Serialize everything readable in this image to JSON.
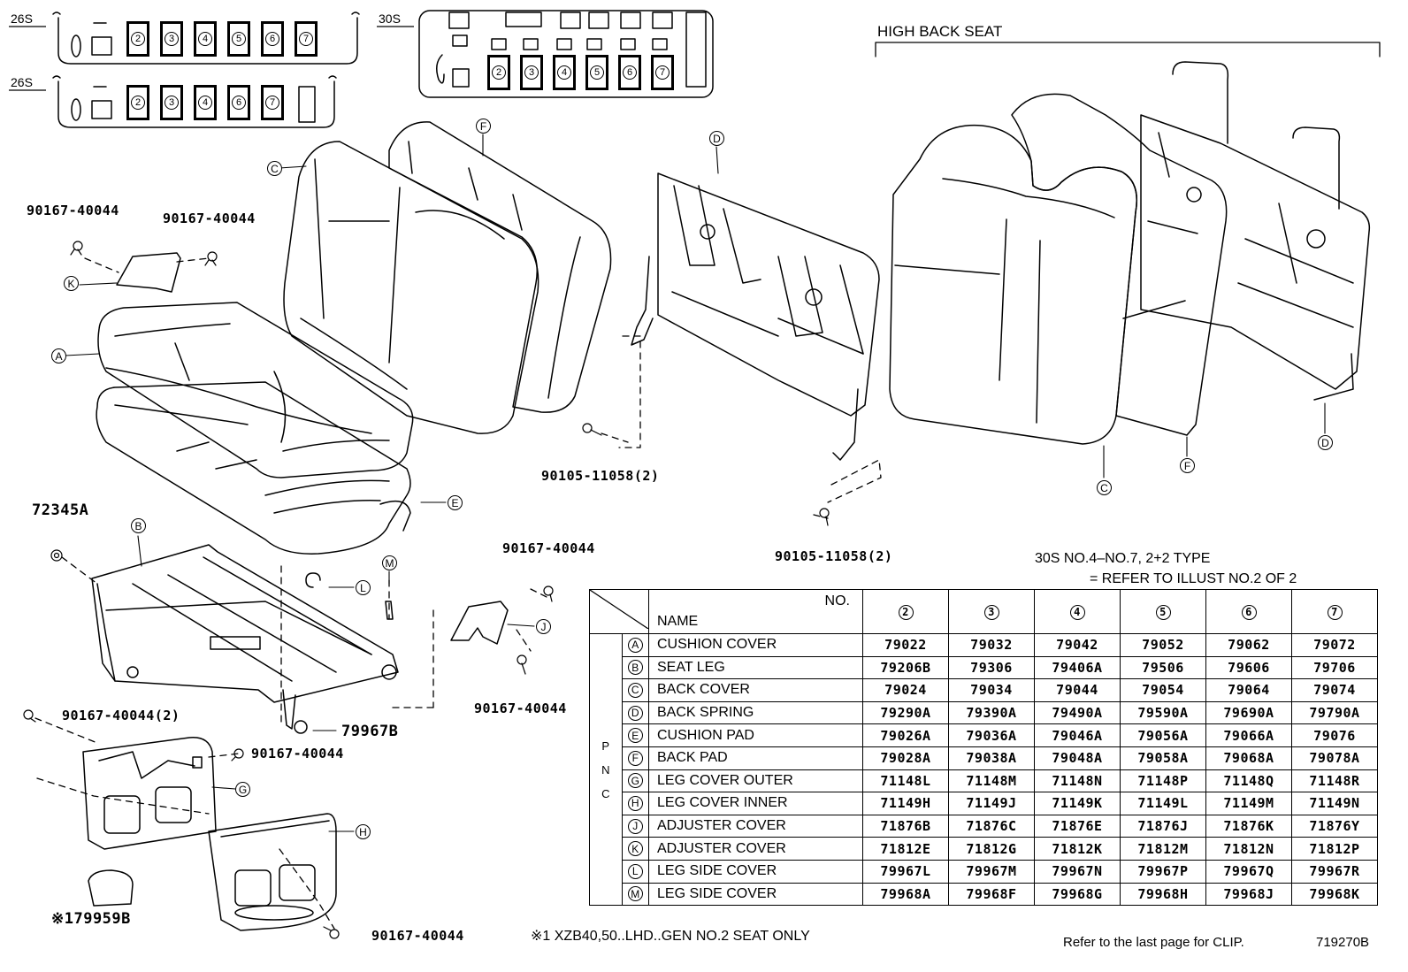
{
  "layouts": {
    "row1_label": "26S",
    "row2_label": "26S",
    "row3_label": "30S",
    "row1_seats": [
      "2",
      "3",
      "4",
      "5",
      "6",
      "7"
    ],
    "row2_seats": [
      "2",
      "3",
      "4",
      "6",
      "7"
    ],
    "row3_seats": [
      "2",
      "3",
      "4",
      "5",
      "6",
      "7"
    ]
  },
  "title": "HIGH BACK SEAT",
  "note_30s_line1": "30S  NO.4–NO.7, 2+2 TYPE",
  "note_30s_line2": "= REFER TO ILLUST NO.2 OF 2",
  "callouts": {
    "A": "A",
    "B": "B",
    "C": "C",
    "D": "D",
    "E": "E",
    "F": "F",
    "G": "G",
    "H": "H",
    "J": "J",
    "K": "K",
    "L": "L",
    "M": "M"
  },
  "part_labels": {
    "p_90167_k_left": "90167-40044",
    "p_90167_k_right": "90167-40044",
    "p_90105_a": "90105-11058(2)",
    "p_90105_b": "90105-11058(2)",
    "p_72345a": "72345A",
    "p_90167_j_top": "90167-40044",
    "p_90167_j_bottom": "90167-40044",
    "p_79967b": "79967B",
    "p_90167_g_2": "90167-40044(2)",
    "p_90167_g": "90167-40044",
    "p_90167_h": "90167-40044",
    "p_179959b": "※179959B"
  },
  "footnote": "※1 XZB40,50..LHD..GEN NO.2 SEAT ONLY",
  "clip_ref": "Refer to the last page for CLIP.",
  "illus_code": "719270B",
  "table": {
    "no_label": "NO.",
    "name_label": "NAME",
    "pnc_label": [
      "P",
      "N",
      "C"
    ],
    "columns": [
      "2",
      "3",
      "4",
      "5",
      "6",
      "7"
    ],
    "rows": [
      {
        "code": "A",
        "name": "CUSHION COVER",
        "values": [
          "79022",
          "79032",
          "79042",
          "79052",
          "79062",
          "79072"
        ]
      },
      {
        "code": "B",
        "name": "SEAT LEG",
        "values": [
          "79206B",
          "79306",
          "79406A",
          "79506",
          "79606",
          "79706"
        ]
      },
      {
        "code": "C",
        "name": "BACK COVER",
        "values": [
          "79024",
          "79034",
          "79044",
          "79054",
          "79064",
          "79074"
        ]
      },
      {
        "code": "D",
        "name": "BACK SPRING",
        "values": [
          "79290A",
          "79390A",
          "79490A",
          "79590A",
          "79690A",
          "79790A"
        ]
      },
      {
        "code": "E",
        "name": "CUSHION PAD",
        "values": [
          "79026A",
          "79036A",
          "79046A",
          "79056A",
          "79066A",
          "79076"
        ]
      },
      {
        "code": "F",
        "name": "BACK PAD",
        "values": [
          "79028A",
          "79038A",
          "79048A",
          "79058A",
          "79068A",
          "79078A"
        ]
      },
      {
        "code": "G",
        "name": "LEG COVER OUTER",
        "values": [
          "71148L",
          "71148M",
          "71148N",
          "71148P",
          "71148Q",
          "71148R"
        ]
      },
      {
        "code": "H",
        "name": "LEG COVER INNER",
        "values": [
          "71149H",
          "71149J",
          "71149K",
          "71149L",
          "71149M",
          "71149N"
        ]
      },
      {
        "code": "J",
        "name": "ADJUSTER COVER",
        "values": [
          "71876B",
          "71876C",
          "71876E",
          "71876J",
          "71876K",
          "71876Y"
        ]
      },
      {
        "code": "K",
        "name": "ADJUSTER COVER",
        "values": [
          "71812E",
          "71812G",
          "71812K",
          "71812M",
          "71812N",
          "71812P"
        ]
      },
      {
        "code": "L",
        "name": "LEG SIDE COVER",
        "values": [
          "79967L",
          "79967M",
          "79967N",
          "79967P",
          "79967Q",
          "79967R"
        ]
      },
      {
        "code": "M",
        "name": "LEG SIDE COVER",
        "values": [
          "79968A",
          "79968F",
          "79968G",
          "79968H",
          "79968J",
          "79968K"
        ]
      }
    ]
  }
}
